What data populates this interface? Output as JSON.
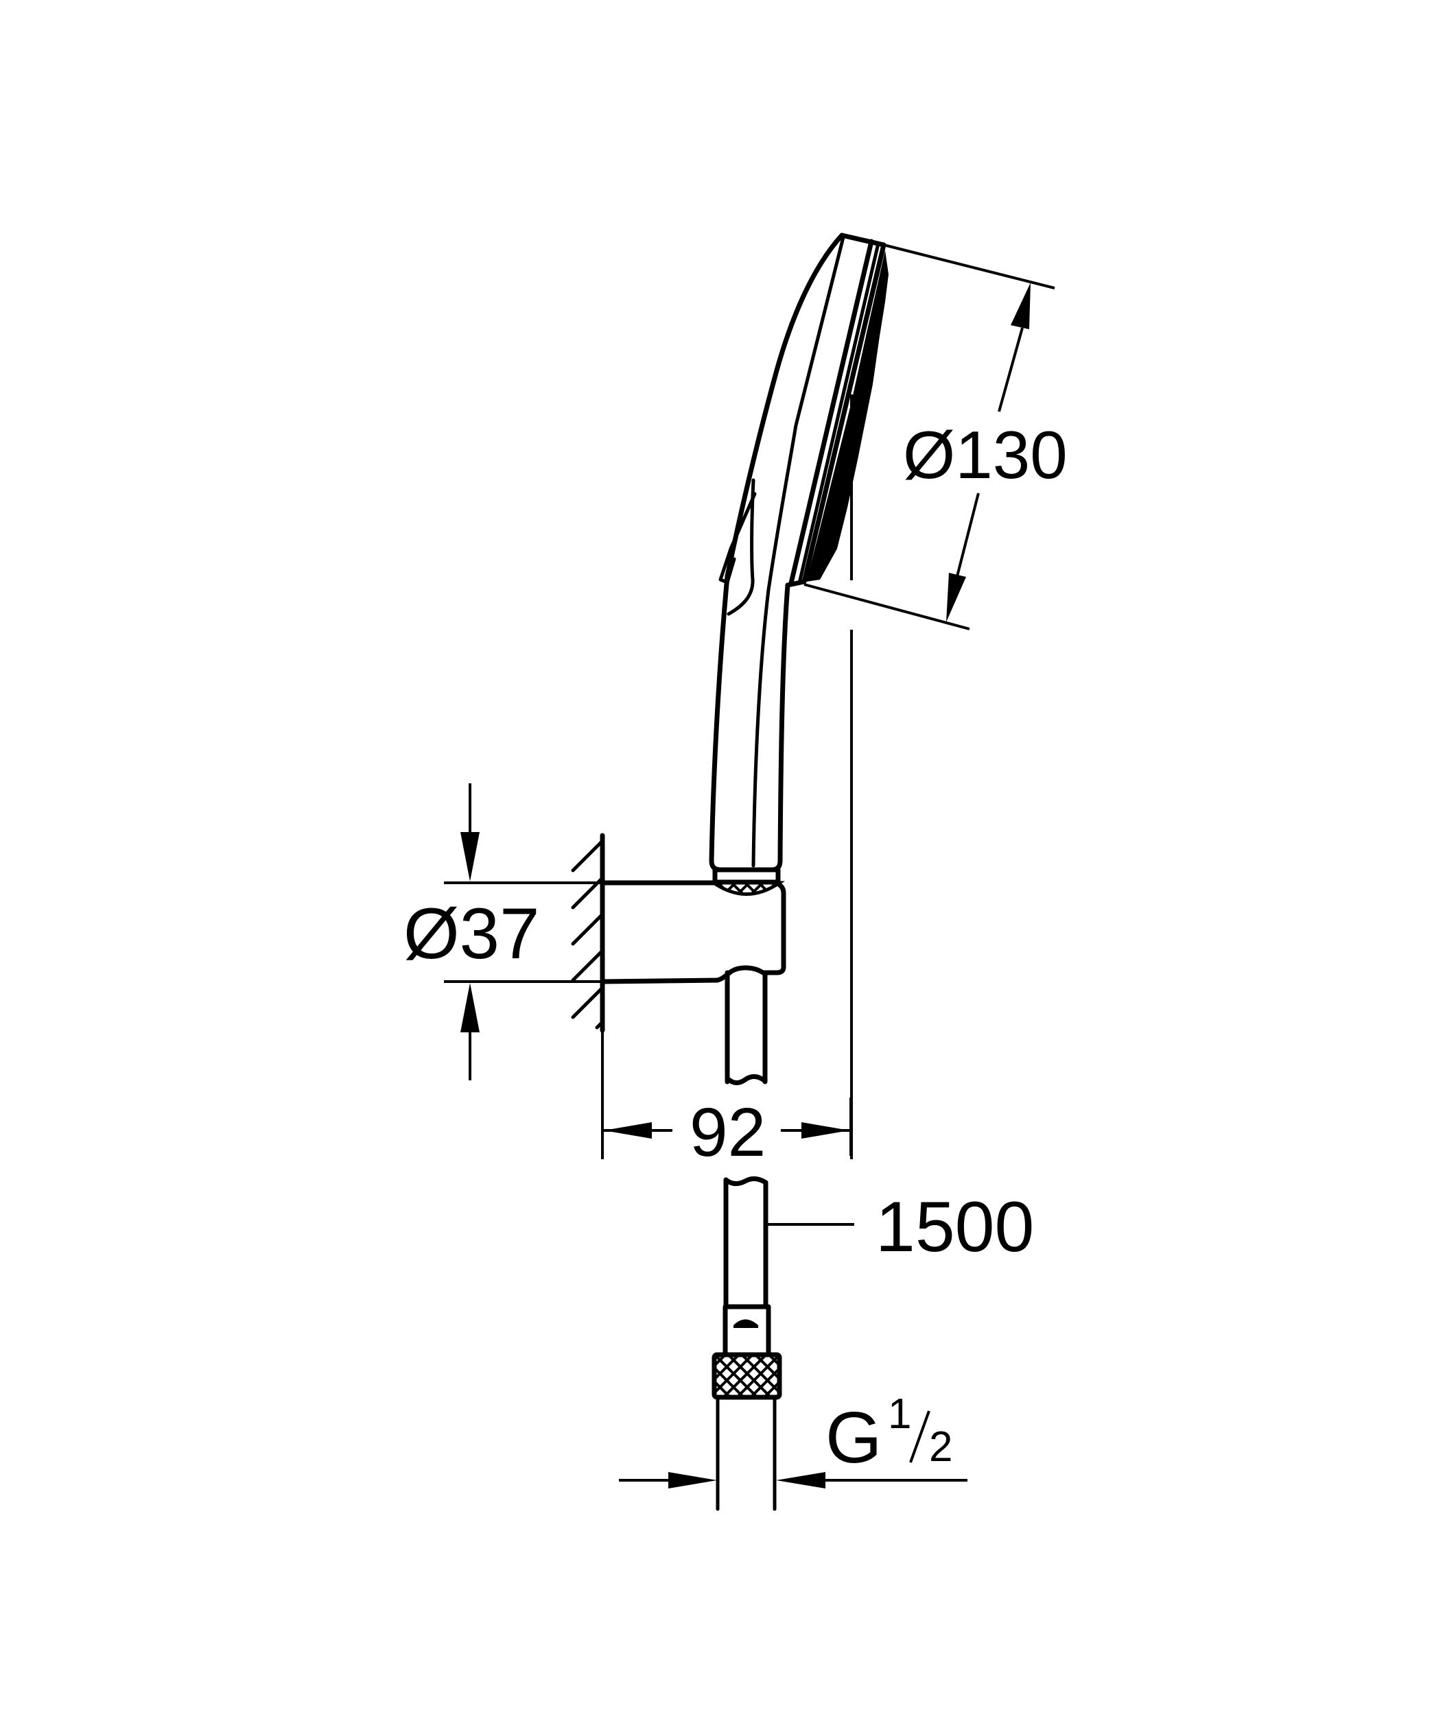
{
  "drawing": {
    "type": "technical dimension drawing",
    "subject": "hand shower with wall holder and hose",
    "line_color": "#000000",
    "background": "#ffffff"
  },
  "dimensions": {
    "head_diameter": {
      "symbol": "Ø",
      "value": "130",
      "label": "Ø130"
    },
    "holder_diameter": {
      "symbol": "Ø",
      "value": "37",
      "label": "Ø37"
    },
    "projection": {
      "value": "92",
      "label": "92"
    },
    "hose_length": {
      "value": "1500",
      "label": "1500"
    },
    "thread": {
      "prefix": "G",
      "numerator": "1",
      "denominator": "2"
    }
  }
}
